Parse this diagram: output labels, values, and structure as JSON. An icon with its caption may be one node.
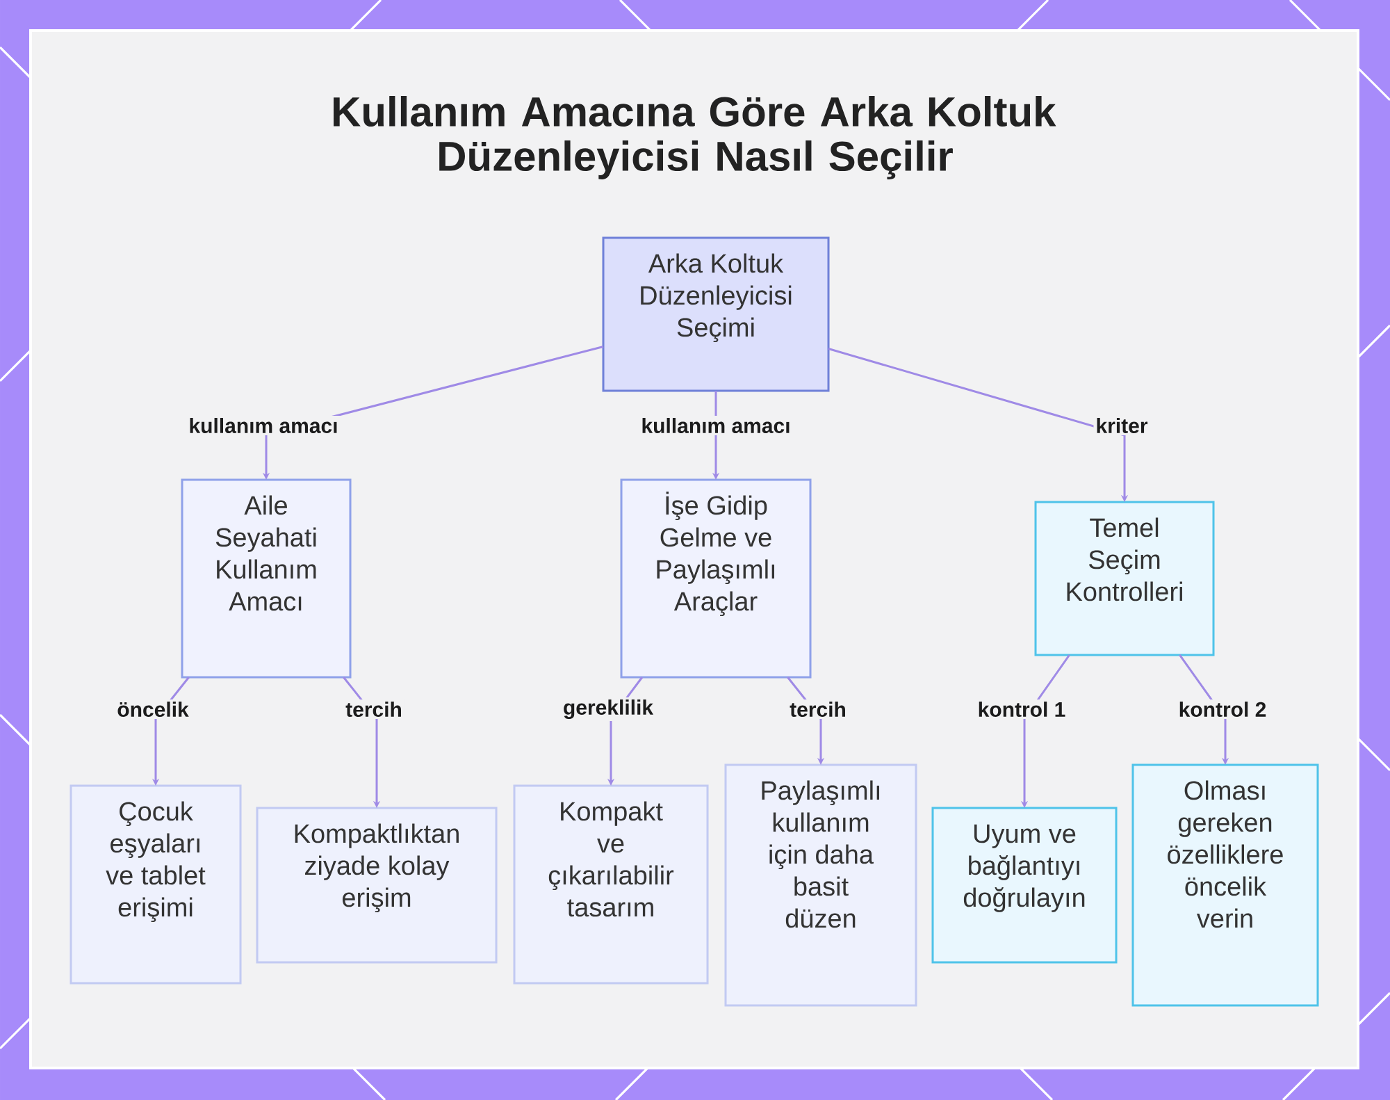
{
  "diagram": {
    "title": "Kullanım Amacına Göre Arka Koltuk Düzenleyicisi Nasıl Seçilir",
    "nodes": [
      {
        "text": [
          "Arka Koltuk Düzenleyicisi Seçimi"
        ]
      },
      {
        "text": [
          "Aile Seyahati Kullanım Amacı"
        ]
      },
      {
        "text": [
          "İşe Gidip Gelme ve Paylaşımlı Araçlar"
        ]
      },
      {
        "text": [
          "Temel Seçim Kontrolleri"
        ]
      },
      {
        "text": [
          "Çocuk eşyaları ve tablet erişimi"
        ]
      },
      {
        "text": [
          "Kompaktlıktan ziyade kolay erişim"
        ]
      },
      {
        "text": [
          "Kompakt ve çıkarılabilir tasarım"
        ]
      },
      {
        "text": [
          "Paylaşımlı kullanım için daha basit düzen"
        ]
      },
      {
        "text": [
          "Uyum ve bağlantıyı doğrulayın"
        ]
      },
      {
        "text": [
          "Olması gereken özelliklere öncelik verin"
        ]
      }
    ],
    "edges": [
      {
        "from": 0,
        "to": 1,
        "arrow": "to",
        "label": "kullanım amacı"
      },
      {
        "from": 0,
        "to": 2,
        "arrow": "to",
        "label": "kullanım amacı"
      },
      {
        "from": 0,
        "to": 3,
        "arrow": "to",
        "label": "kriter"
      },
      {
        "from": 1,
        "to": 4,
        "arrow": "to",
        "label": "öncelik"
      },
      {
        "from": 1,
        "to": 5,
        "arrow": "to",
        "label": "tercih"
      },
      {
        "from": 2,
        "to": 6,
        "arrow": "to",
        "label": "gereklilik"
      },
      {
        "from": 2,
        "to": 7,
        "arrow": "to",
        "label": "tercih"
      },
      {
        "from": 3,
        "to": 8,
        "arrow": "to",
        "label": "kontrol 1"
      },
      {
        "from": 3,
        "to": 9,
        "arrow": "to",
        "label": "kontrol 2"
      }
    ]
  }
}
